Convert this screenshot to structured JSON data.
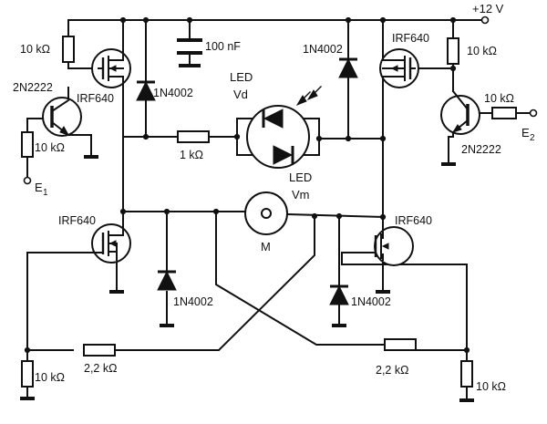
{
  "supply": {
    "label": "+12 V"
  },
  "inputs": {
    "left": {
      "letter": "E",
      "sub": "1"
    },
    "right": {
      "letter": "E",
      "sub": "2"
    }
  },
  "components": {
    "r_top_left": "10 kΩ",
    "r_top_right": "10 kΩ",
    "r_base_left": "10 kΩ",
    "r_base_right": "10 kΩ",
    "r_led": "1 kΩ",
    "r_cross_left": "2,2 kΩ",
    "r_cross_right": "2,2 kΩ",
    "r_pulldown_left": "10 kΩ",
    "r_pulldown_right": "10 kΩ",
    "capacitor": "100 nF",
    "q_left": "2N2222",
    "q_right": "2N2222",
    "mosfet_top_left": "IRF640",
    "mosfet_top_right": "IRF640",
    "mosfet_bottom_left": "IRF640",
    "mosfet_bottom_right": "IRF640",
    "diode_top_left": "1N4002",
    "diode_top_right": "1N4002",
    "diode_bottom_left": "1N4002",
    "diode_bottom_right": "1N4002",
    "led_vd_line1": "LED",
    "led_vd_line2": "Vd",
    "led_vm_line1": "LED",
    "led_vm_line2": "Vm",
    "motor": "M"
  }
}
